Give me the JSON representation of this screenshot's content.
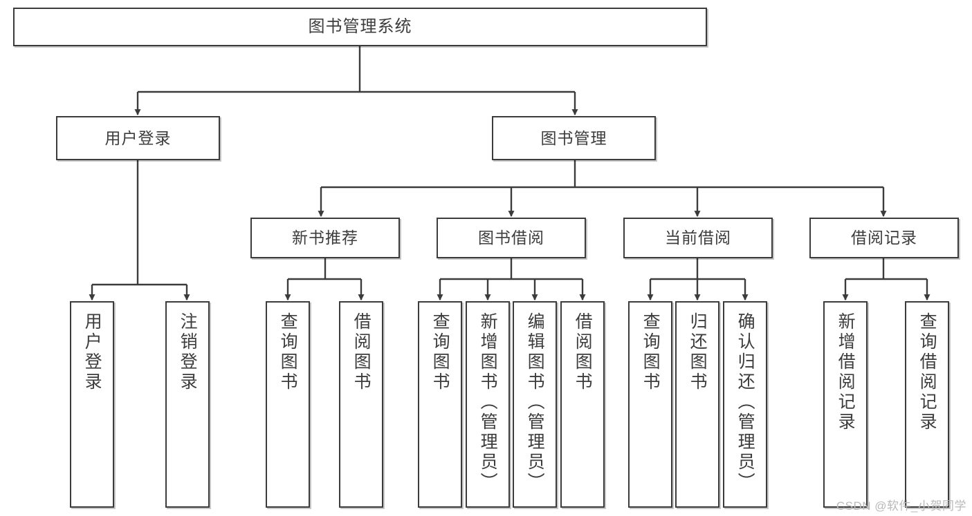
{
  "diagram": {
    "title": "图书管理系统",
    "type": "hierarchy-tree",
    "watermark": "CSDN @软件_小贺同学",
    "colors": {
      "box_border": "#3b3b3b",
      "box_fill": "#ffffff",
      "edge": "#3b3b3b",
      "text": "#3c3c3c",
      "watermark": "#b9b9b9",
      "background": "#ffffff"
    },
    "levels": {
      "root": {
        "label": "图书管理系统"
      },
      "level2": [
        {
          "id": "user-login",
          "label": "用户登录"
        },
        {
          "id": "book-management",
          "label": "图书管理"
        }
      ],
      "level3": [
        {
          "id": "new-book-recommend",
          "label": "新书推荐",
          "parent": "book-management"
        },
        {
          "id": "book-borrow",
          "label": "图书借阅",
          "parent": "book-management"
        },
        {
          "id": "current-borrow",
          "label": "当前借阅",
          "parent": "book-management"
        },
        {
          "id": "borrow-record",
          "label": "借阅记录",
          "parent": "book-management"
        }
      ],
      "leaves": [
        {
          "id": "leaf-user-login",
          "label": "用户登录",
          "parent": "user-login"
        },
        {
          "id": "leaf-user-logout",
          "label": "注销登录",
          "parent": "user-login"
        },
        {
          "id": "leaf-query-book-1",
          "label": "查询图书",
          "parent": "new-book-recommend"
        },
        {
          "id": "leaf-borrow-book-1",
          "label": "借阅图书",
          "parent": "new-book-recommend"
        },
        {
          "id": "leaf-query-book-2",
          "label": "查询图书",
          "parent": "book-borrow"
        },
        {
          "id": "leaf-add-book",
          "label": "新增图书（管理员）",
          "parent": "book-borrow"
        },
        {
          "id": "leaf-edit-book",
          "label": "编辑图书（管理员）",
          "parent": "book-borrow"
        },
        {
          "id": "leaf-borrow-book-2",
          "label": "借阅图书",
          "parent": "book-borrow"
        },
        {
          "id": "leaf-query-book-3",
          "label": "查询图书",
          "parent": "current-borrow"
        },
        {
          "id": "leaf-return-book",
          "label": "归还图书",
          "parent": "current-borrow"
        },
        {
          "id": "leaf-confirm-return",
          "label": "确认归还（管理员）",
          "parent": "current-borrow"
        },
        {
          "id": "leaf-add-record",
          "label": "新增借阅记录",
          "parent": "borrow-record"
        },
        {
          "id": "leaf-query-record",
          "label": "查询借阅记录",
          "parent": "borrow-record"
        }
      ]
    }
  }
}
